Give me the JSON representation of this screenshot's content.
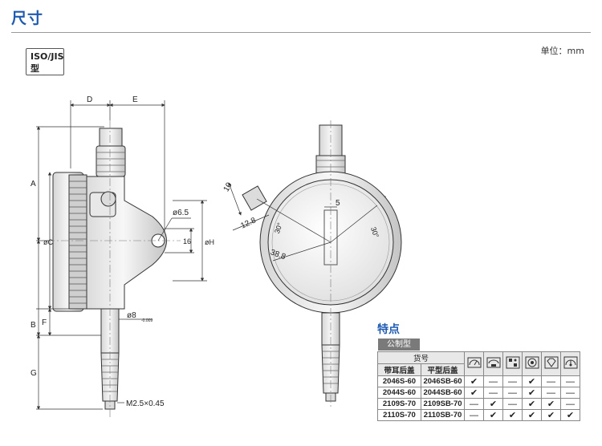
{
  "page": {
    "title": "尺寸",
    "unit": "单位：mm"
  },
  "type_label": {
    "line1": "ISO/JIS",
    "line2": "型"
  },
  "dims": {
    "D": "D",
    "E": "E",
    "A": "A",
    "oC": "øC",
    "B": "B",
    "F": "F",
    "G": "G",
    "oH": "øH",
    "d65": "ø6.5",
    "sixteen": "16",
    "stem": "ø8",
    "stem_tol": "-0.009",
    "thread": "M2.5×0.45",
    "ten": "10",
    "five": "5",
    "twelve8": "12.8",
    "thirty_a": "30°",
    "thirty_b": "30°",
    "thirtyeight8": "38.8"
  },
  "features": {
    "title": "特点",
    "metric_tag": "公制型",
    "header_code": "货号",
    "col_lug": "带耳后盖",
    "col_flat": "平型后盖",
    "icon_names": [
      "dial-face-icon",
      "reverse-scale-icon",
      "jewel-bearing-icon",
      "shock-proof-icon",
      "diamond-jewel-icon",
      "dial-limit-icon"
    ],
    "rows": [
      {
        "lug": "2046S-60",
        "flat": "2046SB-60",
        "marks": [
          "✔",
          "—",
          "—",
          "✔",
          "—",
          "—"
        ]
      },
      {
        "lug": "2044S-60",
        "flat": "2044SB-60",
        "marks": [
          "✔",
          "—",
          "—",
          "✔",
          "—",
          "—"
        ]
      },
      {
        "lug": "2109S-70",
        "flat": "2109SB-70",
        "marks": [
          "—",
          "✔",
          "—",
          "✔",
          "✔",
          "—"
        ]
      },
      {
        "lug": "2110S-70",
        "flat": "2110SB-70",
        "marks": [
          "—",
          "✔",
          "✔",
          "✔",
          "✔",
          "✔"
        ]
      }
    ]
  },
  "colors": {
    "title": "#1e5bb0",
    "accent_blue": "#1e5bb0",
    "tag_bg": "#7a7a7a"
  }
}
